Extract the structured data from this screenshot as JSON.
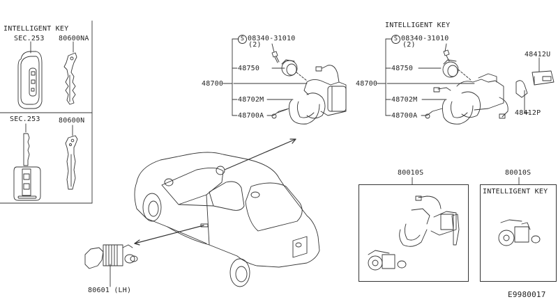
{
  "diagram": {
    "code": "E9980017",
    "left_panel": {
      "top_section": {
        "title": "INTELLIGENT KEY",
        "items": [
          {
            "label": "SEC.253",
            "part": "intelligent-key-fob"
          },
          {
            "label": "80600NA",
            "part": "key-blade"
          }
        ]
      },
      "bottom_section": {
        "items": [
          {
            "label": "SEC.253",
            "part": "remote-key"
          },
          {
            "label": "80600N",
            "part": "key-blank"
          }
        ]
      }
    },
    "steering_lock_standard": {
      "screw": "08340-31010",
      "screw_qty": "(2)",
      "screw_symbol": "S",
      "assembly": "48700",
      "parts": [
        "48750",
        "48702M",
        "48700A"
      ]
    },
    "steering_lock_intelligent": {
      "title": "INTELLIGENT KEY",
      "screw": "08340-31010",
      "screw_qty": "(2)",
      "screw_symbol": "S",
      "assembly": "48700",
      "parts": [
        "48750",
        "48702M",
        "48700A"
      ],
      "extra_parts": [
        "48412U",
        "48412P"
      ]
    },
    "cylinder_set_standard": {
      "label": "80010S"
    },
    "cylinder_set_intelligent": {
      "label": "80010S",
      "title": "INTELLIGENT KEY"
    },
    "door_lock": {
      "label": "80601 (LH)"
    }
  }
}
